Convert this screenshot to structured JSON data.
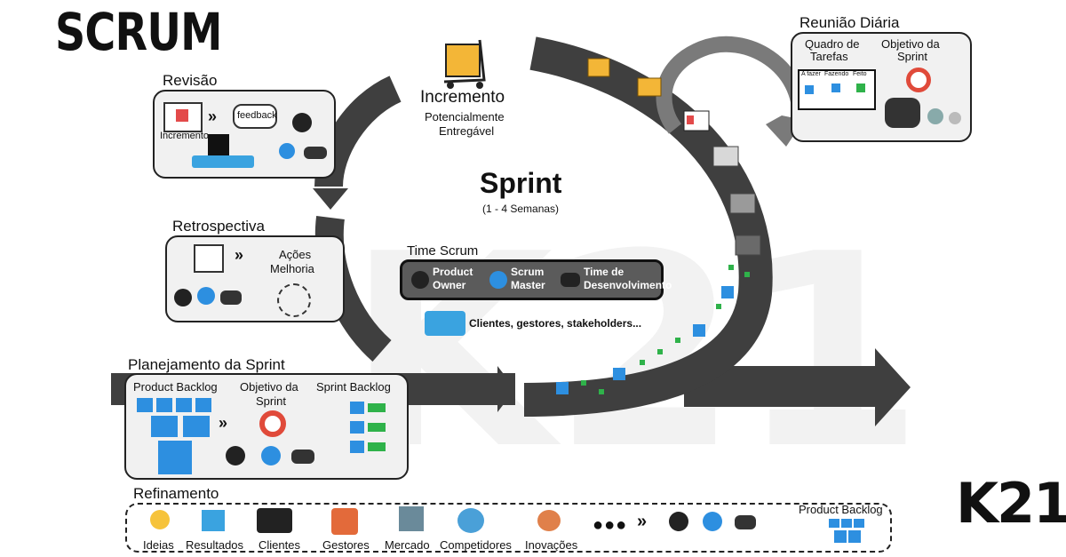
{
  "title": "SCRUM",
  "logo": "K21",
  "watermark": "K21",
  "sprint": {
    "title": "Sprint",
    "duration": "(1 - 4 Semanas)"
  },
  "increment": {
    "title": "Incremento",
    "subtitle_1": "Potencialmente",
    "subtitle_2": "Entregável"
  },
  "revisao": {
    "title": "Revisão",
    "increment_label": "Incremento",
    "feedback_label": "feedback"
  },
  "retrospectiva": {
    "title": "Retrospectiva",
    "actions_1": "Ações",
    "actions_2": "Melhoria"
  },
  "daily": {
    "title": "Reunião Diária",
    "board_1": "Quadro de",
    "board_2": "Tarefas",
    "goal_1": "Objetivo da",
    "goal_2": "Sprint",
    "columns": [
      "A fazer",
      "Fazendo",
      "Feito"
    ]
  },
  "team": {
    "title": "Time Scrum",
    "po_1": "Product",
    "po_2": "Owner",
    "sm_1": "Scrum",
    "sm_2": "Master",
    "dev_1": "Time de",
    "dev_2": "Desenvolvimento",
    "stakeholders": "Clientes, gestores, stakeholders..."
  },
  "planning": {
    "title": "Planejamento da Sprint",
    "product_backlog": "Product Backlog",
    "goal_1": "Objetivo da",
    "goal_2": "Sprint",
    "sprint_backlog": "Sprint Backlog"
  },
  "refinement": {
    "title": "Refinamento",
    "items": [
      "Ideias",
      "Resultados",
      "Clientes",
      "Gestores",
      "Mercado",
      "Competidores",
      "Inovações"
    ],
    "product_backlog": "Product Backlog"
  },
  "colors": {
    "dark": "#3f3f3f",
    "box": "#f1f1f1",
    "note_blue": "#2d8fe0",
    "note_green": "#2fb24a",
    "target_red": "#e04a3a"
  }
}
